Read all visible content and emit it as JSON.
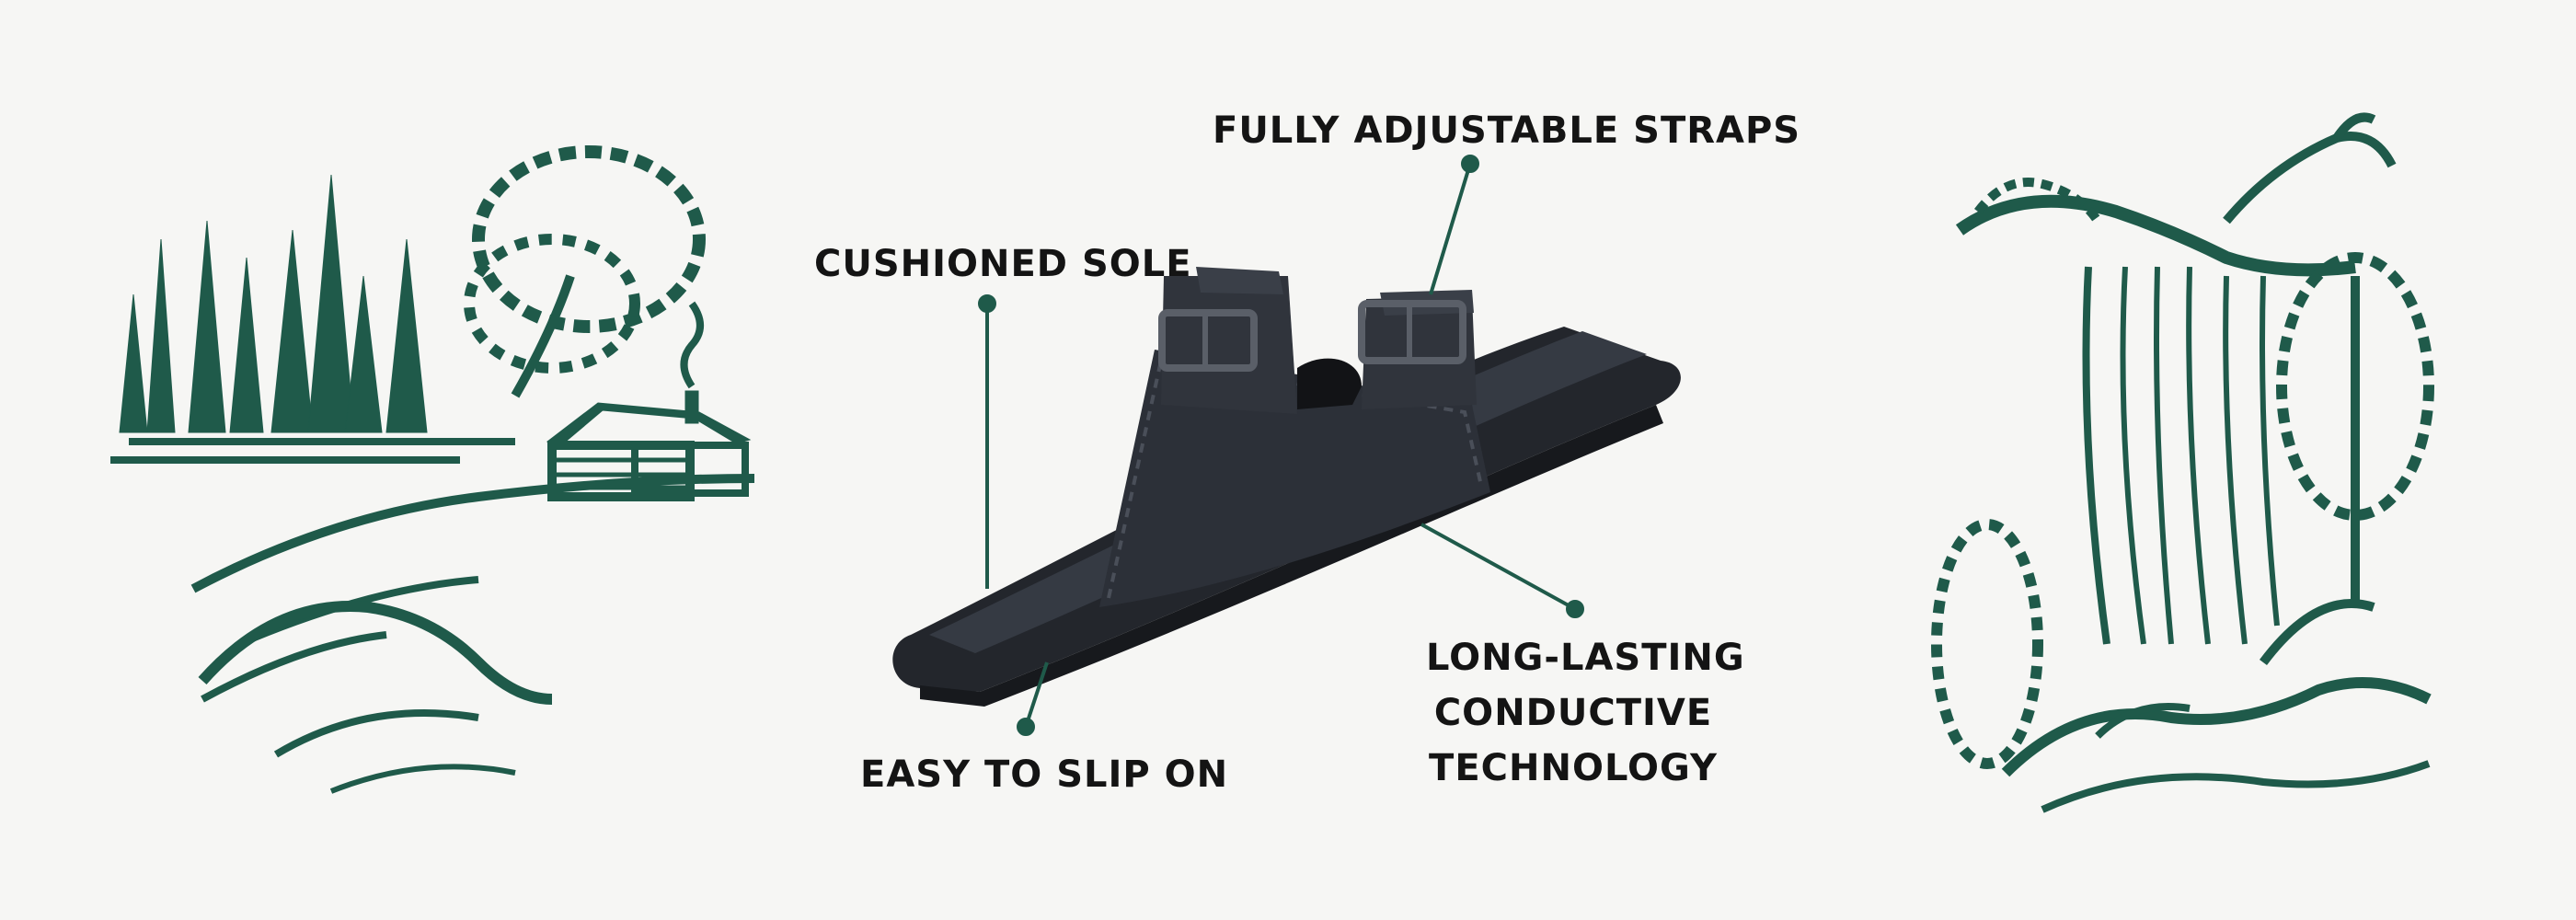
{
  "labels": {
    "straps": "FULLY ADJUSTABLE STRAPS",
    "sole": "CUSHIONED SOLE",
    "slip_on": "EASY TO SLIP ON",
    "tech_line1": "LONG-LASTING",
    "tech_line2": "CONDUCTIVE",
    "tech_line3": "TECHNOLOGY"
  },
  "colors": {
    "background": "#f6f6f4",
    "illustration": "#1f5a4a",
    "sandal": "#2a2e36",
    "text": "#141414"
  },
  "icons": {
    "left_illustration": "forest-cabin-illustration",
    "right_illustration": "waterfall-illustration",
    "product": "sandal-product-image"
  }
}
